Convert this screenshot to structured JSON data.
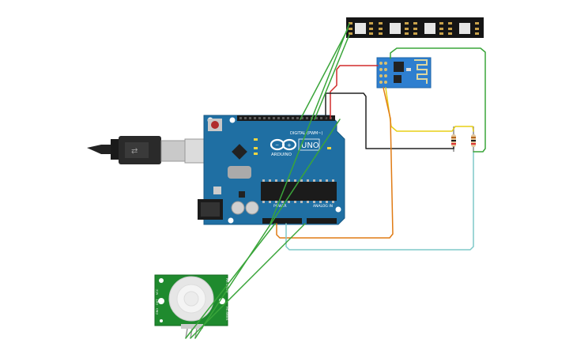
{
  "board": {
    "logo_text": "ARDUINO",
    "model": "UNO",
    "digital_label": "DIGITAL (PWM~)",
    "power_label": "POWER",
    "analog_label": "ANALOG IN",
    "body_color": "#1f6fa3"
  },
  "pir": {
    "left_pins": [
      "GND",
      "OUT",
      "VCC"
    ],
    "right_label_top": "PIR Sensor",
    "right_label_bottom": "HC-SR501"
  },
  "wire_colors": {
    "green": "#3aa53a",
    "red": "#d22b2b",
    "black": "#222222",
    "yellow": "#e8cf17",
    "orange": "#e07b14",
    "cyan": "#7ec9c9",
    "gray": "#888888"
  },
  "components": [
    {
      "name": "usb-cable-icon"
    },
    {
      "name": "arduino-uno-board"
    },
    {
      "name": "neopixel-strip"
    },
    {
      "name": "esp8266-module"
    },
    {
      "name": "resistor-1"
    },
    {
      "name": "resistor-2"
    },
    {
      "name": "pir-motion-sensor"
    }
  ]
}
